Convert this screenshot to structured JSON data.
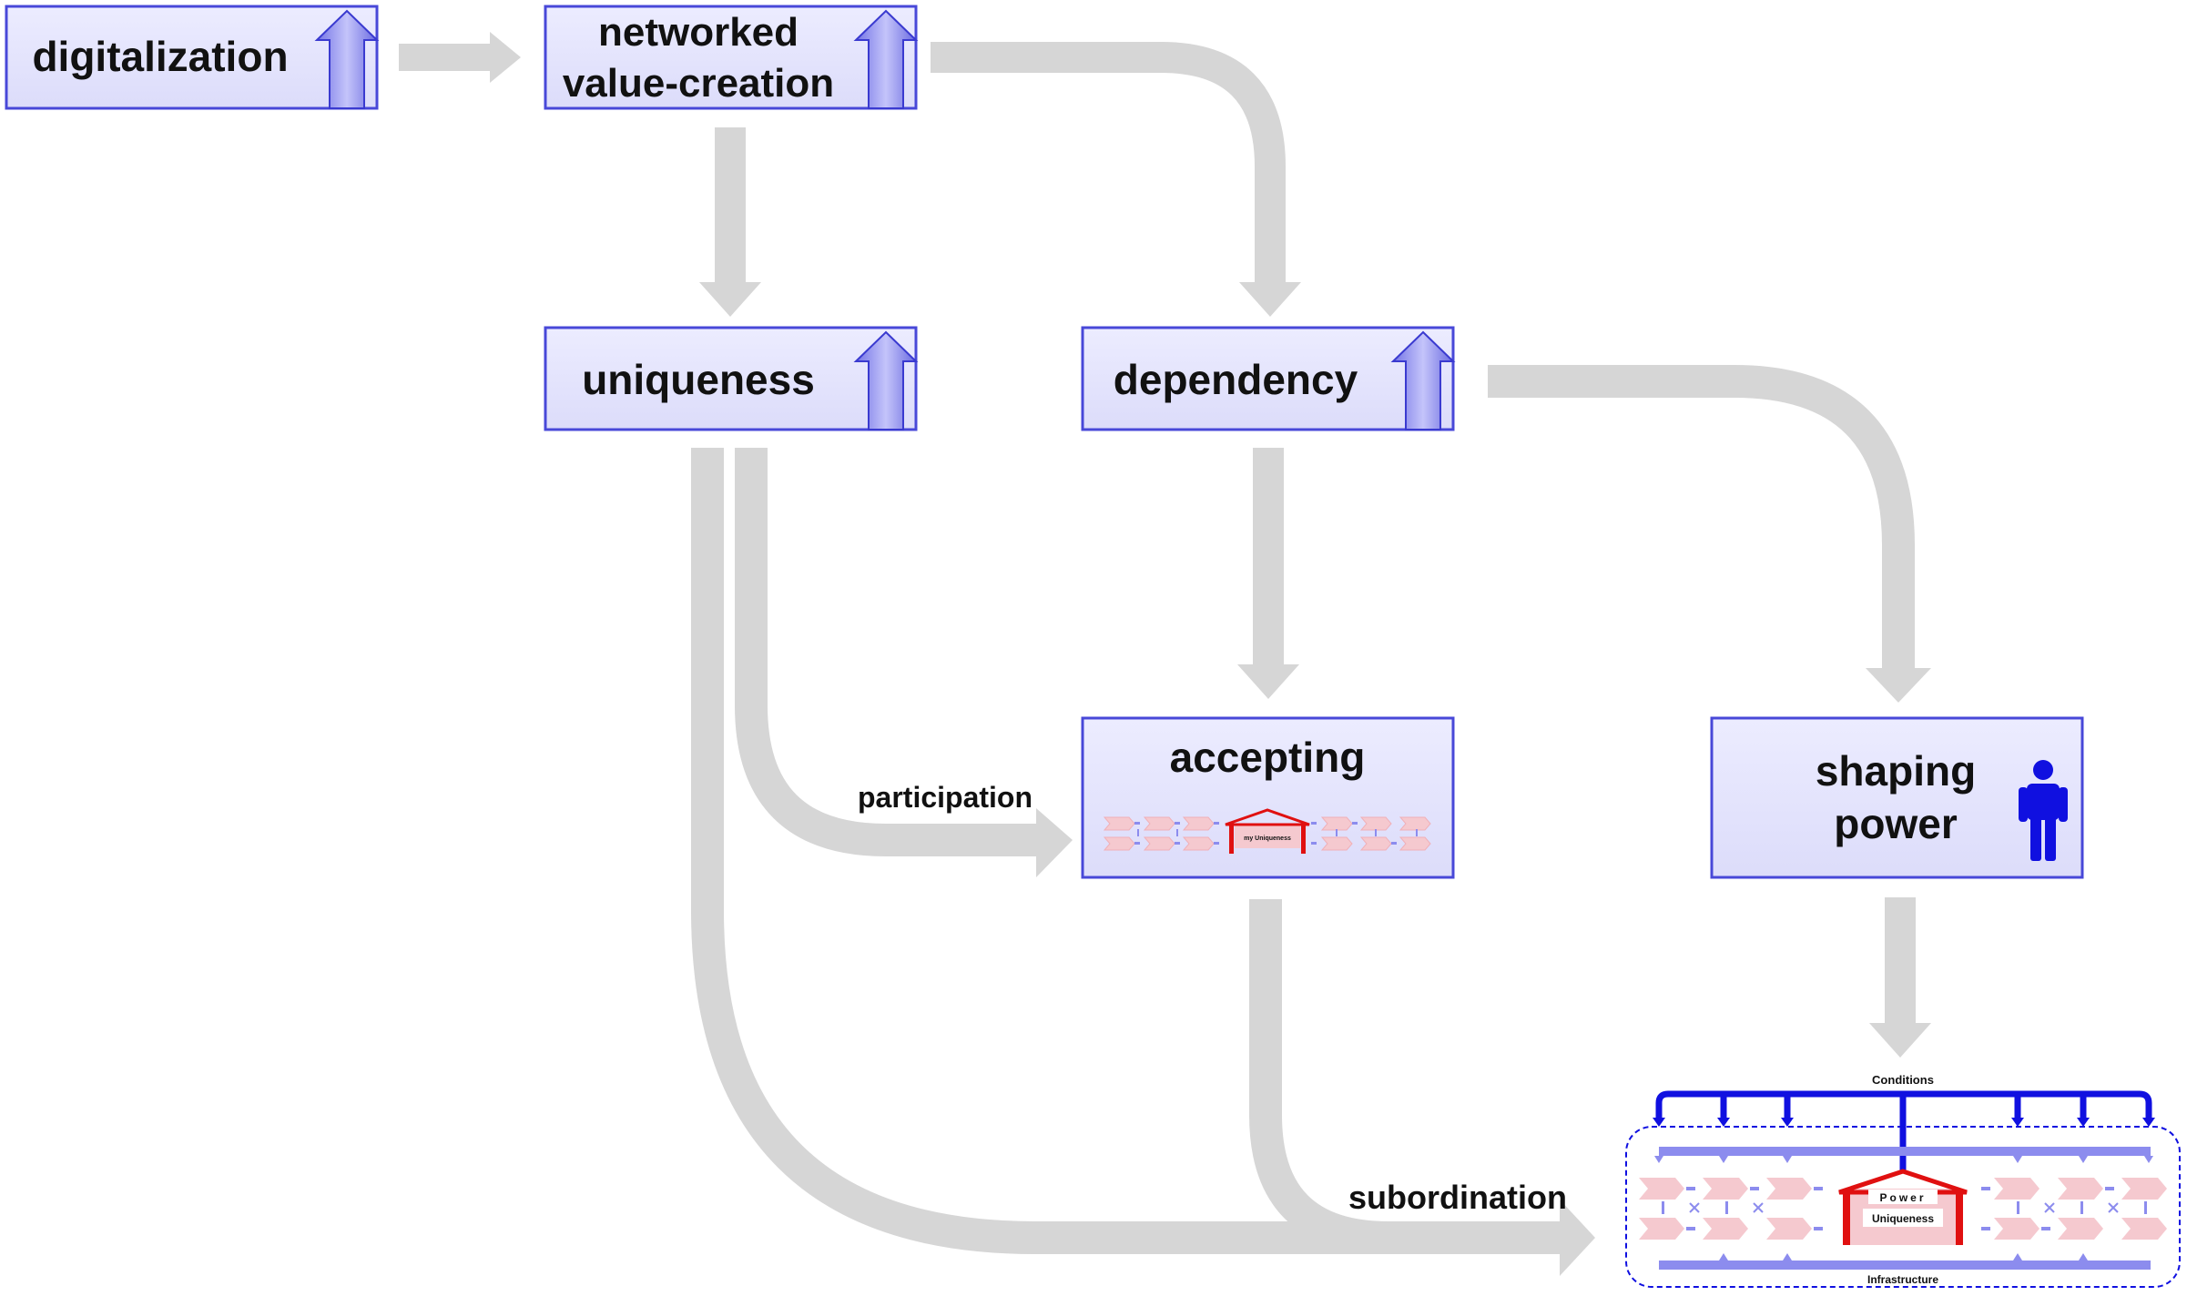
{
  "nodes": {
    "digitalization": {
      "label": "digitalization"
    },
    "networked": {
      "line1": "networked",
      "line2": "value-creation"
    },
    "uniqueness": {
      "label": "uniqueness"
    },
    "dependency": {
      "label": "dependency"
    },
    "accepting": {
      "label": "accepting"
    },
    "shaping": {
      "line1": "shaping",
      "line2": "power"
    }
  },
  "edges": {
    "participation": "participation",
    "subordination": "subordination"
  },
  "mini_accepting": {
    "house_label": "my Uniqueness"
  },
  "ecosystem": {
    "top_label": "Conditions",
    "bottom_label": "Infrastructure",
    "house_top": "Power",
    "house_label": "Uniqueness"
  },
  "colors": {
    "box_fill": "#e2e2fc",
    "box_border": "#4848d8",
    "arrow_gray": "#d6d6d6",
    "blue": "#1010e0",
    "red": "#e01010",
    "pink": "#f5c9cf",
    "light_blue": "#8c8cee"
  }
}
